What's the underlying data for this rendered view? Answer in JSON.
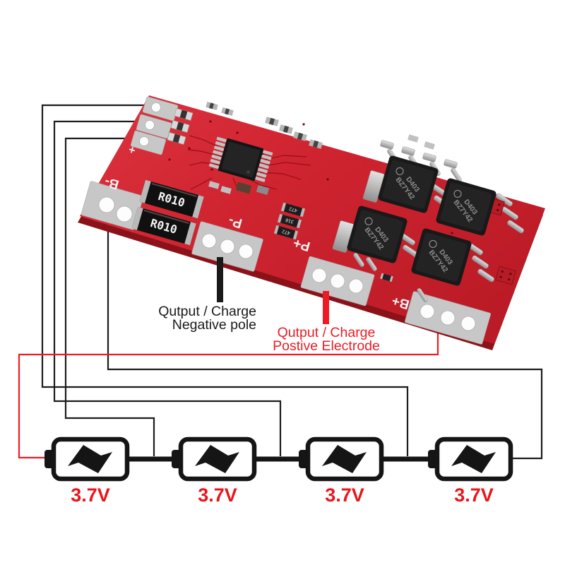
{
  "colors": {
    "background": "#ffffff",
    "board_red": "#cf2430",
    "board_red_light": "#dc2e3a",
    "board_edge_dark": "#8c1219",
    "pad_silver": "#c7c7c7",
    "wire_black": "#1c1c1c",
    "wire_red": "#ed1c24",
    "battery_outline": "#151515",
    "voltage_text_red": "#e8151b"
  },
  "board": {
    "type_note": "4S li-ion BMS protection board photo",
    "silk_labels": {
      "b_minus": "B-",
      "p_minus": "P-",
      "p_plus": "P+",
      "b_plus": "B+",
      "plus_mark": "+"
    },
    "shunt_resistors": [
      "R010",
      "R010"
    ],
    "mosfets": {
      "count": 4,
      "marking_line1": "D403",
      "marking_line2": "BZ7Y42"
    },
    "smd_labels": [
      "472",
      "310",
      "472"
    ]
  },
  "annotations": {
    "negative": {
      "line1": "Qutput / Charge",
      "line2": "Negative pole"
    },
    "positive": {
      "line1": "Qutput / Charge",
      "line2": "Postive Electrode"
    }
  },
  "batteries": {
    "count": 4,
    "labels": [
      "3.7V",
      "3.7V",
      "3.7V",
      "3.7V"
    ]
  }
}
